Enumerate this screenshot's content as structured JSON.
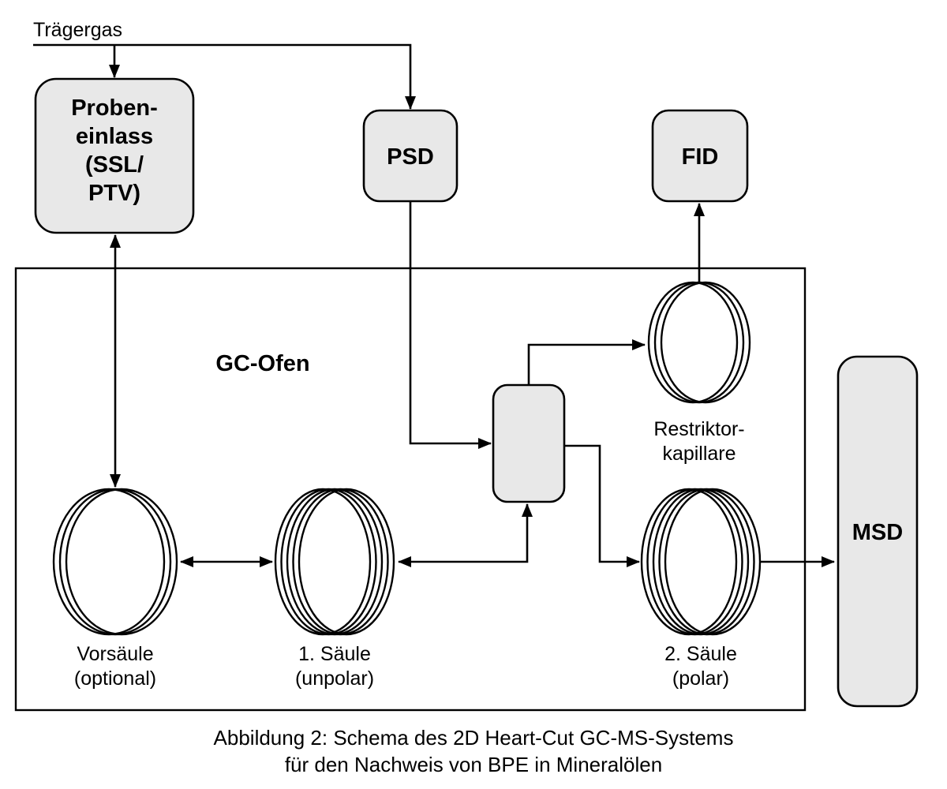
{
  "diagram": {
    "colors": {
      "box_fill": "#e8e8e8",
      "stroke": "#000000",
      "background": "#ffffff"
    },
    "traegergas_label": "Trägergas",
    "inlet": {
      "line1": "Proben-",
      "line2": "einlass",
      "line3": "(SSL/",
      "line4": "PTV)"
    },
    "psd_label": "PSD",
    "fid_label": "FID",
    "oven_label": "GC-Ofen",
    "msd_label": "MSD",
    "restrictor": {
      "line1": "Restriktor-",
      "line2": "kapillare"
    },
    "precolumn": {
      "line1": "Vorsäule",
      "line2": "(optional)"
    },
    "column1": {
      "line1": "1. Säule",
      "line2": "(unpolar)"
    },
    "column2": {
      "line1": "2. Säule",
      "line2": "(polar)"
    },
    "caption": {
      "line1": "Abbildung 2: Schema des 2D Heart-Cut GC-MS-Systems",
      "line2": "für den Nachweis von BPE in Mineralölen"
    }
  }
}
